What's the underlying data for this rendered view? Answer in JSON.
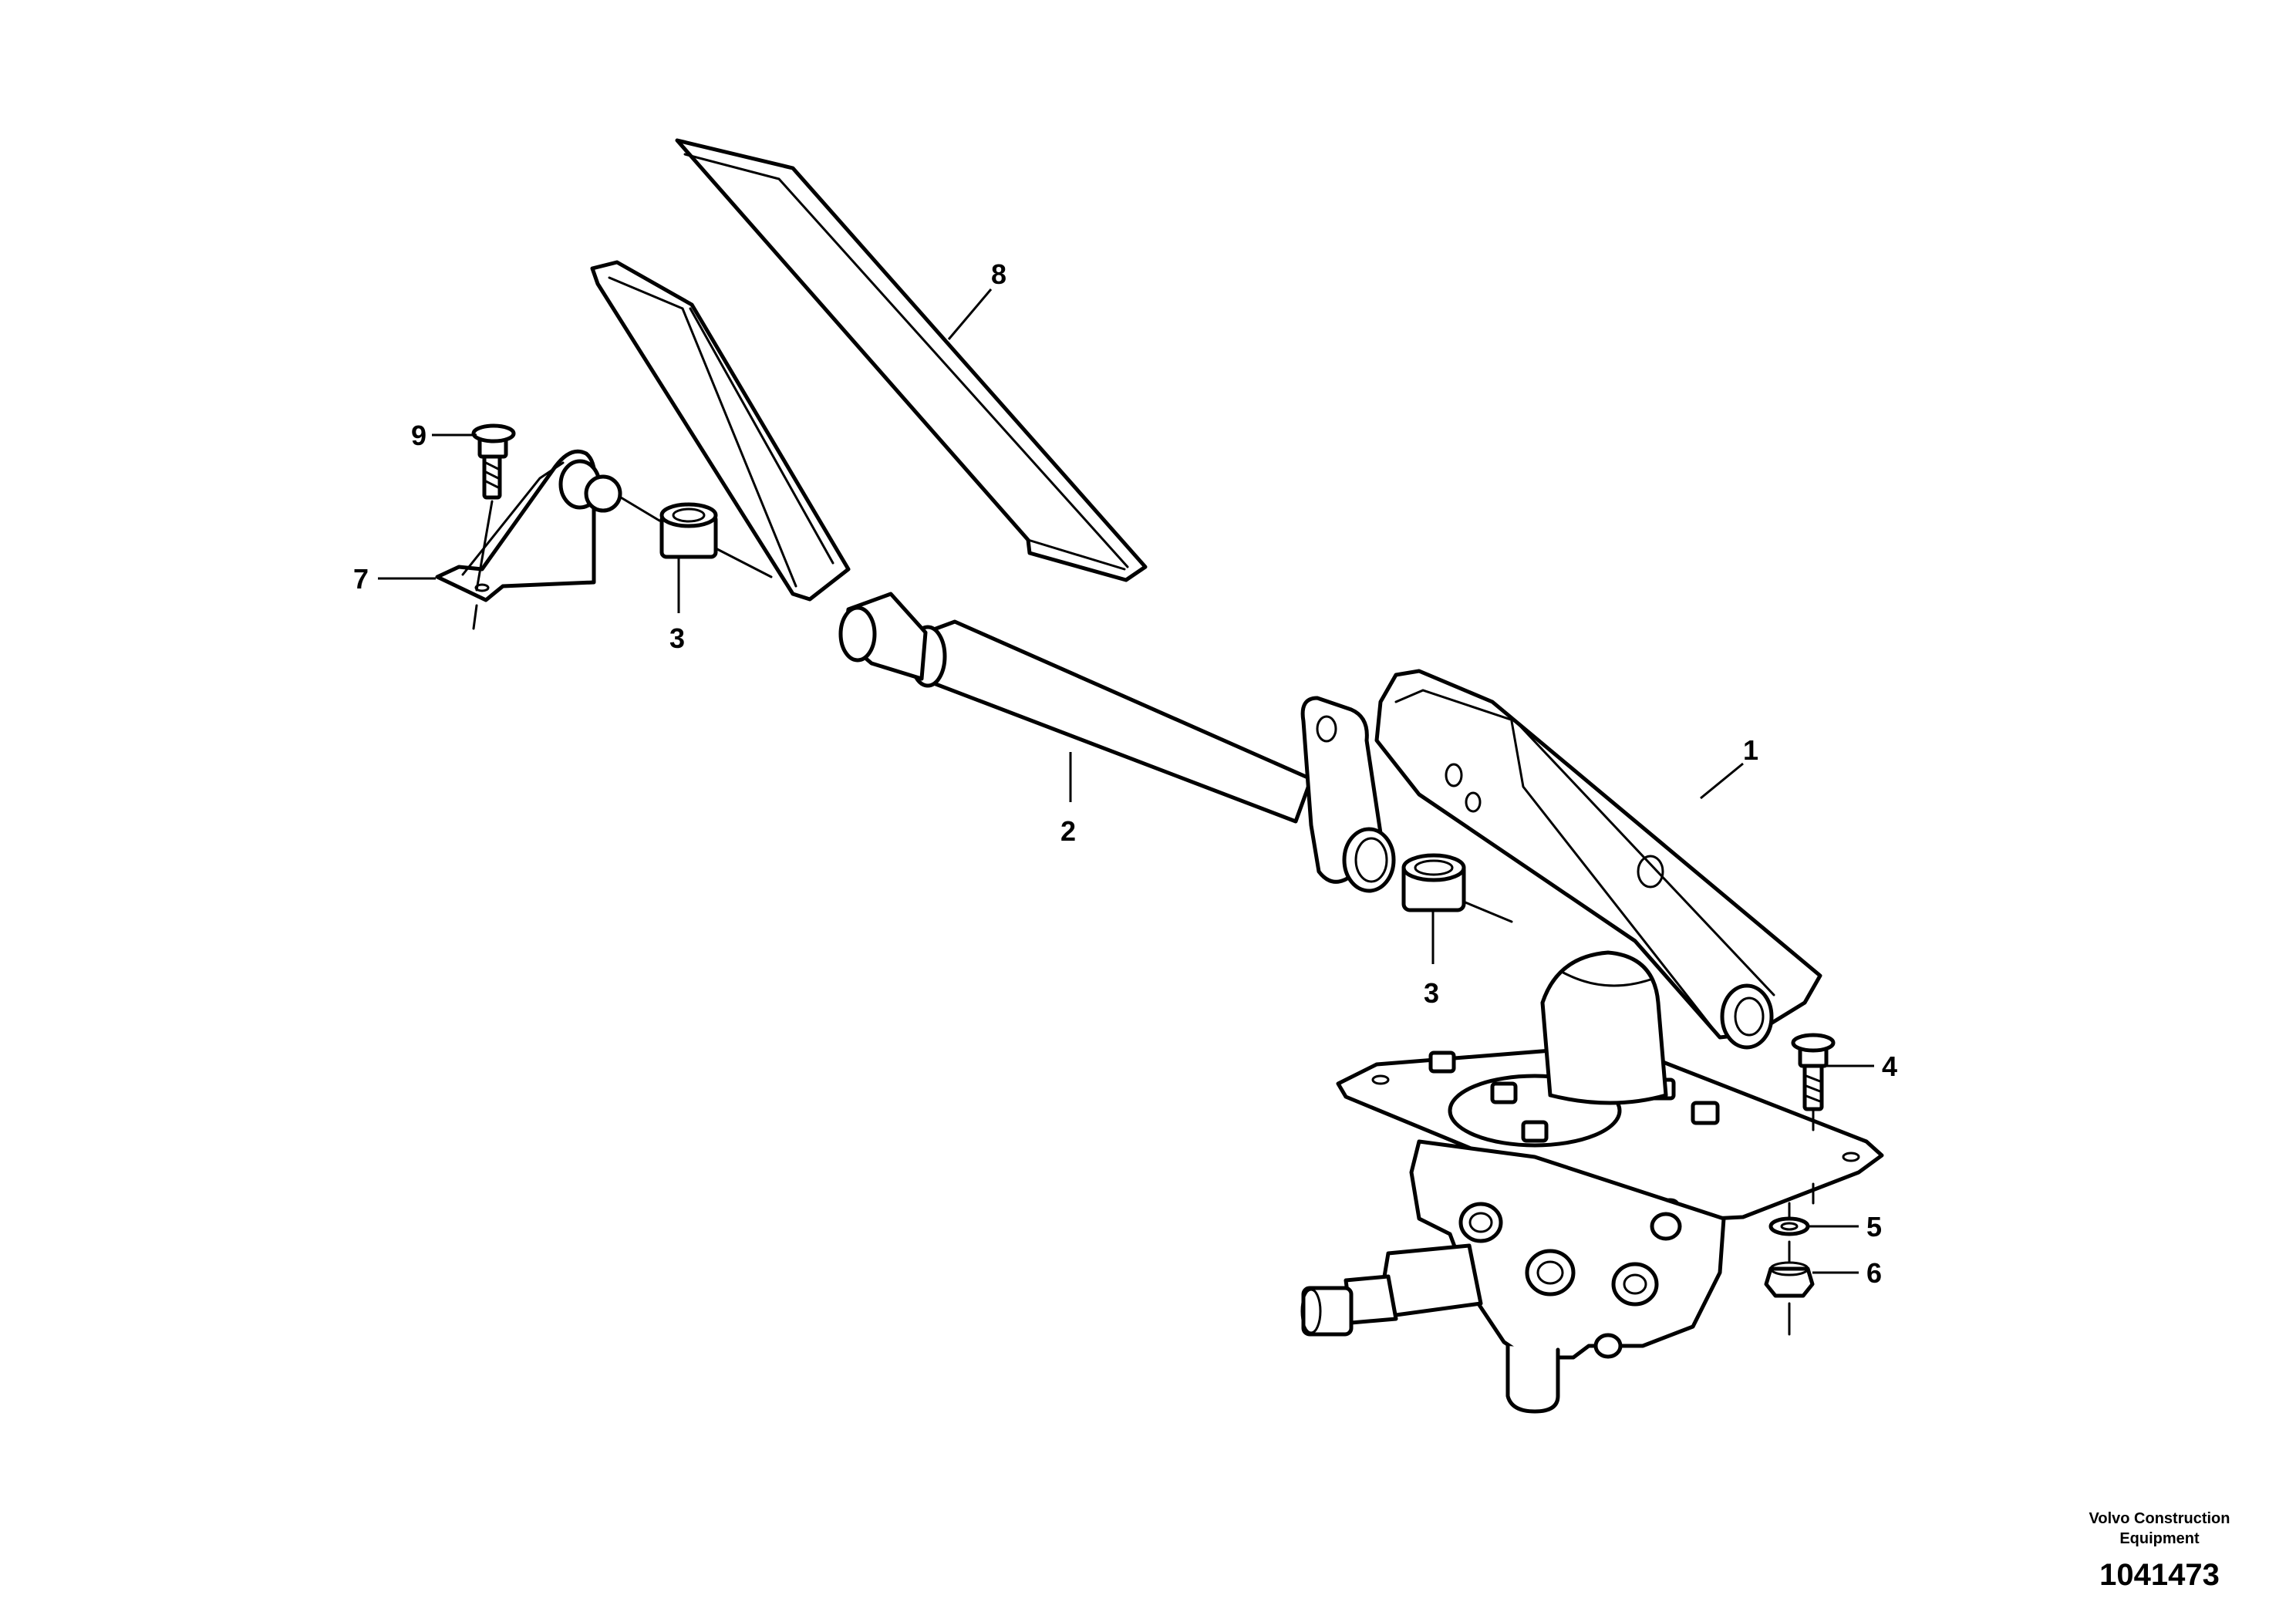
{
  "callouts": {
    "c1": "1",
    "c2": "2",
    "c3a": "3",
    "c3b": "3",
    "c4": "4",
    "c5": "5",
    "c6": "6",
    "c7": "7",
    "c8": "8",
    "c9": "9"
  },
  "footer": {
    "brand_line1": "Volvo Construction",
    "brand_line2": "Equipment",
    "drawing_number": "1041473"
  }
}
